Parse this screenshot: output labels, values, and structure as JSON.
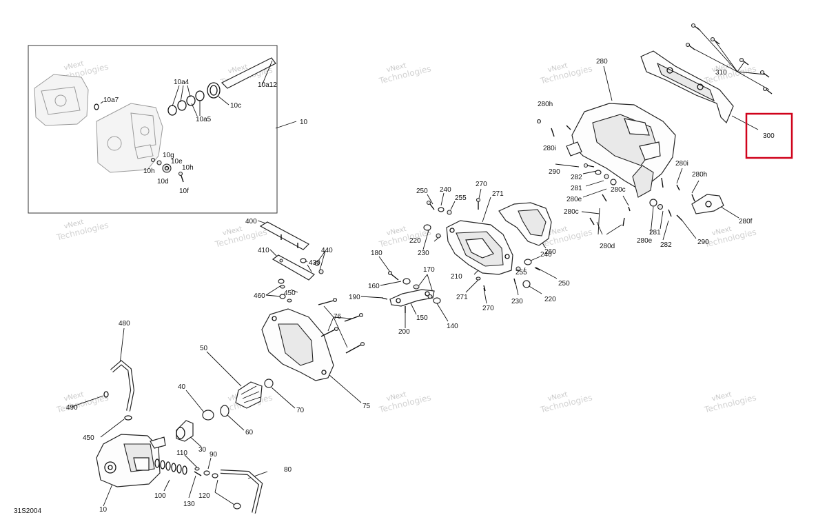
{
  "diagram": {
    "reference": "31S2004",
    "highlight_label": "300",
    "watermark": {
      "line1": "vNext",
      "line2": "Technologies"
    },
    "labels": {
      "l10_box": "10",
      "l10_main": "10",
      "l10a4": "10a4",
      "l10a5": "10a5",
      "l10a7": "10a7",
      "l10a12": "10a12",
      "l10c": "10c",
      "l10d": "10d",
      "l10e": "10e",
      "l10f": "10f",
      "l10g": "10g",
      "l10h_a": "10h",
      "l10h_b": "10h",
      "l30": "30",
      "l40": "40",
      "l50": "50",
      "l60": "60",
      "l70": "70",
      "l75": "75",
      "l76": "76",
      "l80": "80",
      "l90": "90",
      "l100": "100",
      "l110": "110",
      "l120": "120",
      "l130": "130",
      "l140": "140",
      "l150": "150",
      "l160": "160",
      "l170": "170",
      "l180": "180",
      "l190": "190",
      "l200": "200",
      "l210": "210",
      "l220": "220",
      "l230a": "230",
      "l230b": "230",
      "l240a": "240",
      "l240b": "240",
      "l250a": "250",
      "l250b": "250",
      "l255a": "255",
      "l255b": "255",
      "l260": "260",
      "l270a": "270",
      "l270b": "270",
      "l271a": "271",
      "l271b": "271",
      "l280": "280",
      "l280c_a": "280c",
      "l280c_b": "280c",
      "l280d": "280d",
      "l280e_a": "280e",
      "l280e_b": "280e",
      "l280f": "280f",
      "l280h_a": "280h",
      "l280h_b": "280h",
      "l280i_a": "280i",
      "l280i_b": "280i",
      "l281a": "281",
      "l281b": "281",
      "l282a": "282",
      "l282b": "282",
      "l290a": "290",
      "l290b": "290",
      "l310": "310",
      "l400": "400",
      "l410": "410",
      "l430": "430",
      "l440": "440",
      "l450a": "450",
      "l450b": "450",
      "l460": "460",
      "l480": "480",
      "l490": "490"
    }
  }
}
